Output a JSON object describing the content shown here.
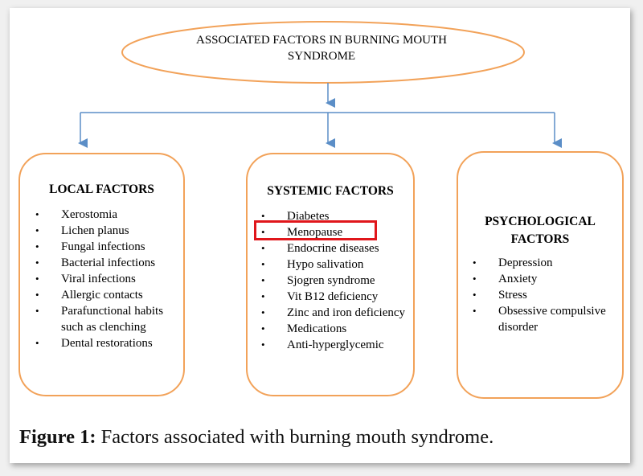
{
  "root": {
    "title": "ASSOCIATED FACTORS IN BURNING MOUTH SYNDROME"
  },
  "local": {
    "title": "LOCAL FACTORS",
    "items": [
      "Xerostomia",
      "Lichen planus",
      "Fungal infections",
      "Bacterial  infections",
      "Viral infections",
      "Allergic contacts",
      "Parafunctional habits such as clenching",
      "Dental restorations"
    ]
  },
  "systemic": {
    "title": "SYSTEMIC FACTORS",
    "items": [
      "Diabetes",
      "Menopause",
      "Endocrine diseases",
      "Hypo salivation",
      "Sjogren syndrome",
      "Vit B12 deficiency",
      "Zinc and iron deficiency",
      "Medications",
      "Anti-hyperglycemic"
    ],
    "highlighted_item": "Menopause"
  },
  "psychological": {
    "title": "PSYCHOLOGICAL FACTORS",
    "items": [
      "Depression",
      "Anxiety",
      "Stress",
      "Obsessive compulsive disorder"
    ]
  },
  "caption": {
    "label": "Figure 1:",
    "text": " Factors associated with burning mouth syndrome."
  },
  "colors": {
    "box_border": "#f2a259",
    "connector": "#5b8ec7",
    "highlight": "#e0161b"
  },
  "bullet_glyph": "•"
}
